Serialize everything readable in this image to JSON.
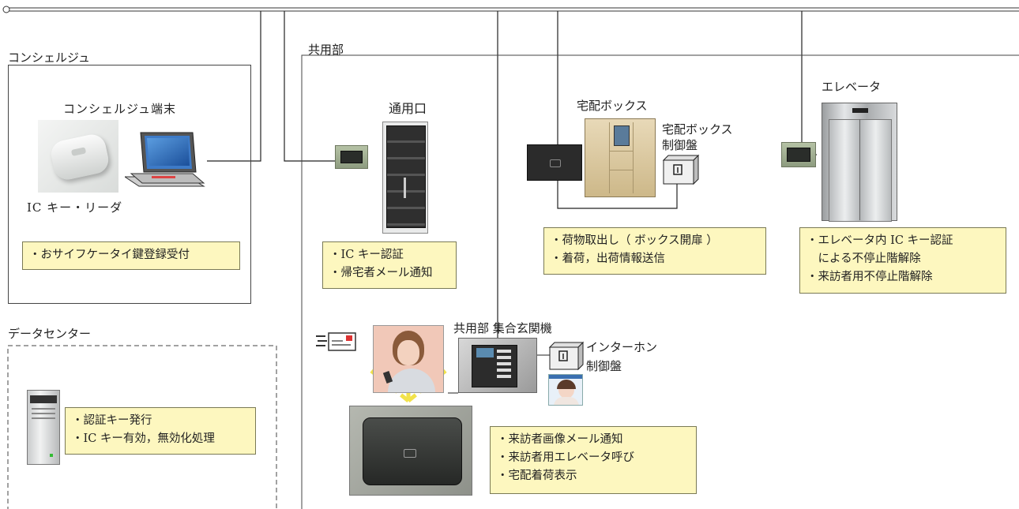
{
  "sections": {
    "concierge": "コンシェルジュ",
    "common": "共用部",
    "datacenter": "データセンター"
  },
  "labels": {
    "concierge_terminal": "コンシェルジュ端末",
    "ic_reader": "IC キー・リーダ",
    "entrance": "通用口",
    "delivery_box": "宅配ボックス",
    "delivery_ctrl_1": "宅配ボックス",
    "delivery_ctrl_2": "制御盤",
    "elevator": "エレベータ",
    "intercom_entrance": "共用部 集合玄関機",
    "intercom_ctrl_1": "インターホン",
    "intercom_ctrl_2": "制御盤"
  },
  "notes": {
    "concierge": [
      "・おサイフケータイ鍵登録受付"
    ],
    "entrance": [
      "・IC キー認証",
      "・帰宅者メール通知"
    ],
    "delivery": [
      "・荷物取出し（ ボックス開扉 ）",
      "・着荷，出荷情報送信"
    ],
    "elevator": [
      "・エレベータ内 IC キー認証",
      "　による不停止階解除",
      "・来訪者用不停止階解除"
    ],
    "datacenter": [
      "・認証キー発行",
      "・IC キー有効，無効化処理"
    ],
    "visitor": [
      "・来訪者画像メール通知",
      "・来訪者用エレベータ呼び",
      "・宅配着荷表示"
    ]
  },
  "colors": {
    "note_bg": "#fdf7bf",
    "beam": "#f2e24a",
    "line": "#222222"
  }
}
